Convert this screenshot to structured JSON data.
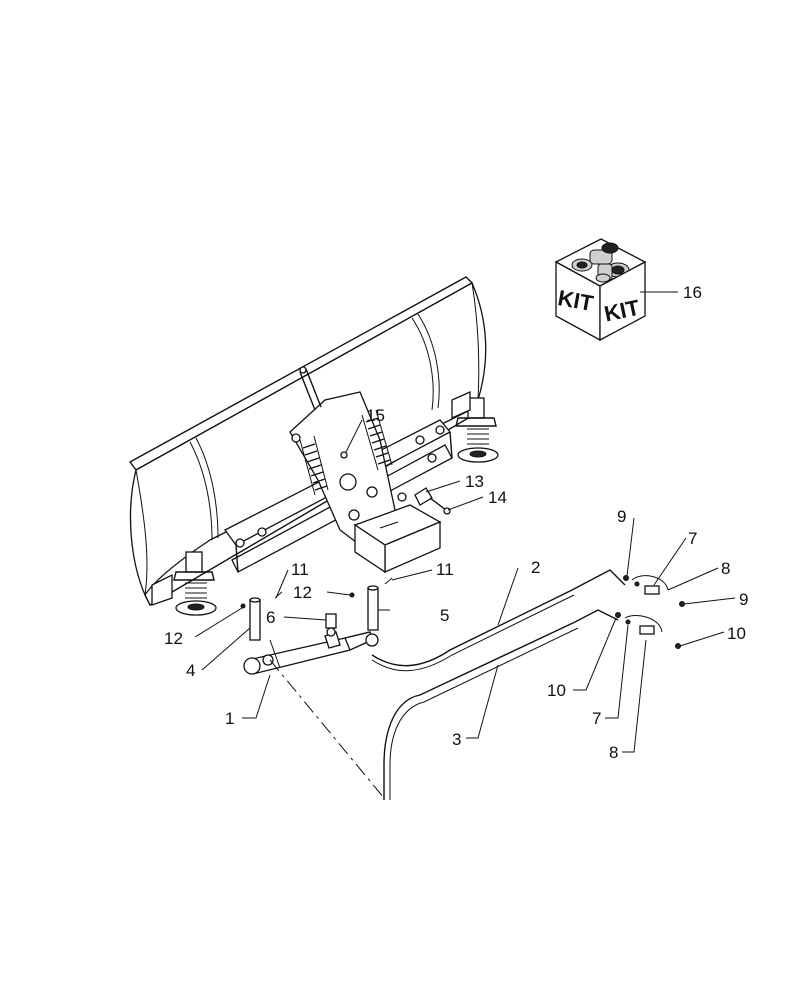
{
  "callouts": {
    "c1": "1",
    "c2": "2",
    "c3": "3",
    "c4": "4",
    "c5": "5",
    "c6": "6",
    "c7a": "7",
    "c7b": "7",
    "c8a": "8",
    "c8b": "8",
    "c9a": "9",
    "c9b": "9",
    "c10a": "10",
    "c10b": "10",
    "c11a": "11",
    "c11b": "11",
    "c12a": "12",
    "c12b": "12",
    "c13": "13",
    "c14": "14",
    "c15": "15",
    "c16": "16"
  },
  "kit": {
    "label_left": "KIT",
    "label_right": "KIT"
  }
}
